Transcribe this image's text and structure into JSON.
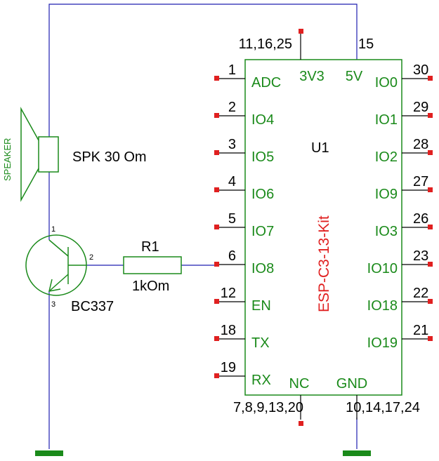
{
  "speaker": {
    "tag": "SPEAKER",
    "value": "SPK 30 Om"
  },
  "transistor": {
    "name": "BC337",
    "pins": {
      "collector": "1",
      "base": "2",
      "emitter": "3"
    }
  },
  "resistor": {
    "ref": "R1",
    "value": "1kOm"
  },
  "module": {
    "ref": "U1",
    "name": "ESP-C3-13-Kit",
    "left_pins": [
      {
        "num": "1",
        "name": "ADC"
      },
      {
        "num": "2",
        "name": "IO4"
      },
      {
        "num": "3",
        "name": "IO5"
      },
      {
        "num": "4",
        "name": "IO6"
      },
      {
        "num": "5",
        "name": "IO7"
      },
      {
        "num": "6",
        "name": "IO8"
      },
      {
        "num": "12",
        "name": "EN"
      },
      {
        "num": "18",
        "name": "TX"
      },
      {
        "num": "19",
        "name": "RX"
      }
    ],
    "right_pins": [
      {
        "num": "30",
        "name": "IO0"
      },
      {
        "num": "29",
        "name": "IO1"
      },
      {
        "num": "28",
        "name": "IO2"
      },
      {
        "num": "27",
        "name": "IO9"
      },
      {
        "num": "26",
        "name": "IO3"
      },
      {
        "num": "23",
        "name": "IO10"
      },
      {
        "num": "22",
        "name": "IO18"
      },
      {
        "num": "21",
        "name": "IO19"
      }
    ],
    "top_pins": [
      {
        "num": "11,16,25",
        "name": "3V3"
      },
      {
        "num": "15",
        "name": "5V"
      }
    ],
    "bottom_pins": [
      {
        "num": "7,8,9,13,20",
        "name": "NC"
      },
      {
        "num": "10,14,17,24",
        "name": "GND"
      }
    ]
  }
}
